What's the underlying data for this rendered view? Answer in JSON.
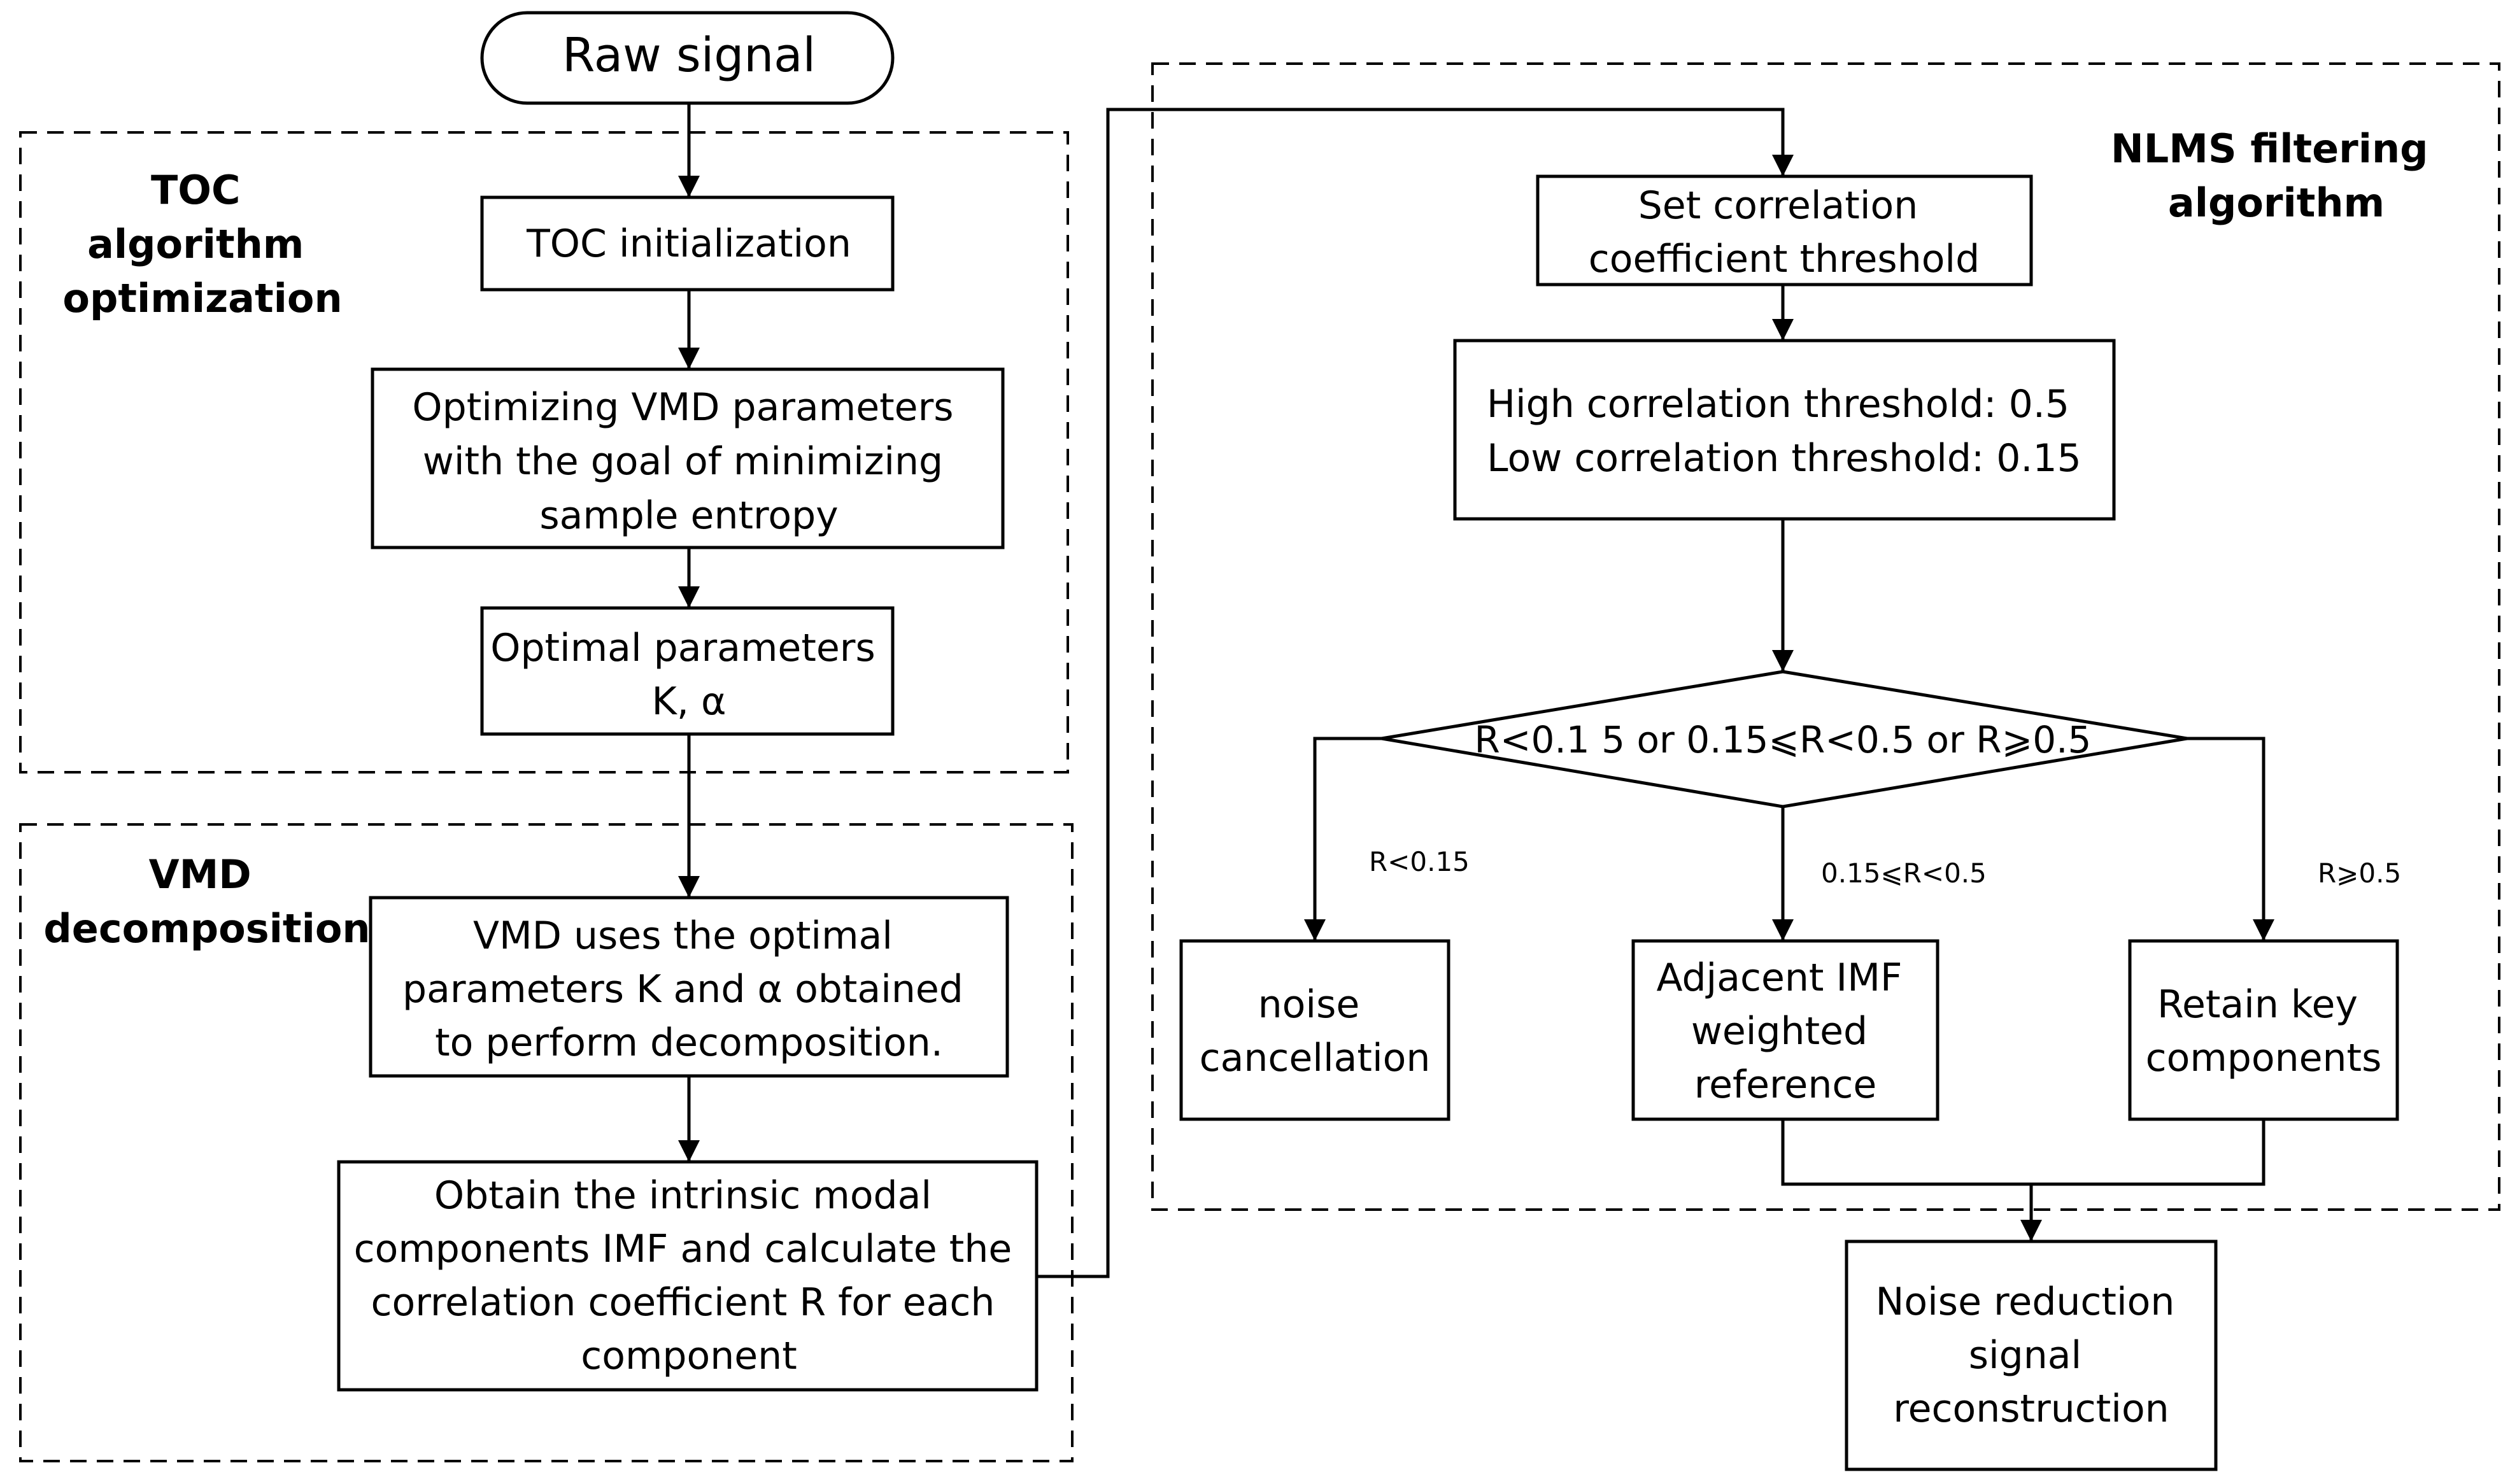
{
  "nodes": {
    "raw_signal": [
      "Raw signal"
    ],
    "toc_init": [
      "TOC initialization"
    ],
    "optimize_vmd": [
      "Optimizing VMD parameters",
      "with the goal of minimizing",
      "sample entropy"
    ],
    "optimal_params": [
      "Optimal parameters",
      "K, α"
    ],
    "vmd_uses": [
      "VMD uses the optimal",
      "parameters K and α obtained",
      "to perform decomposition."
    ],
    "obtain_imf": [
      "Obtain the intrinsic modal",
      "components IMF and calculate the",
      "correlation coefficient R for each",
      "component"
    ],
    "set_threshold": [
      "Set correlation",
      "coefficient threshold"
    ],
    "thresholds": [
      "High correlation threshold: 0.5",
      "Low correlation threshold: 0.15"
    ],
    "decision": [
      "R<0.1 5 or 0.15⩽R<0.5 or R⩾0.5"
    ],
    "noise_cancel": [
      "noise",
      "cancellation"
    ],
    "adjacent_imf": [
      "Adjacent IMF",
      "weighted",
      "reference"
    ],
    "retain_key": [
      "Retain key",
      "components"
    ],
    "reconstruction": [
      "Noise reduction",
      "signal",
      "reconstruction"
    ]
  },
  "edge_labels": {
    "low": "R<0.15",
    "mid": "0.15⩽R<0.5",
    "high": "R⩾0.5"
  },
  "groups": {
    "toc": [
      "TOC",
      "algorithm",
      "optimization"
    ],
    "vmd": [
      "VMD",
      "decomposition"
    ],
    "nlms": [
      "NLMS filtering",
      "algorithm"
    ]
  }
}
